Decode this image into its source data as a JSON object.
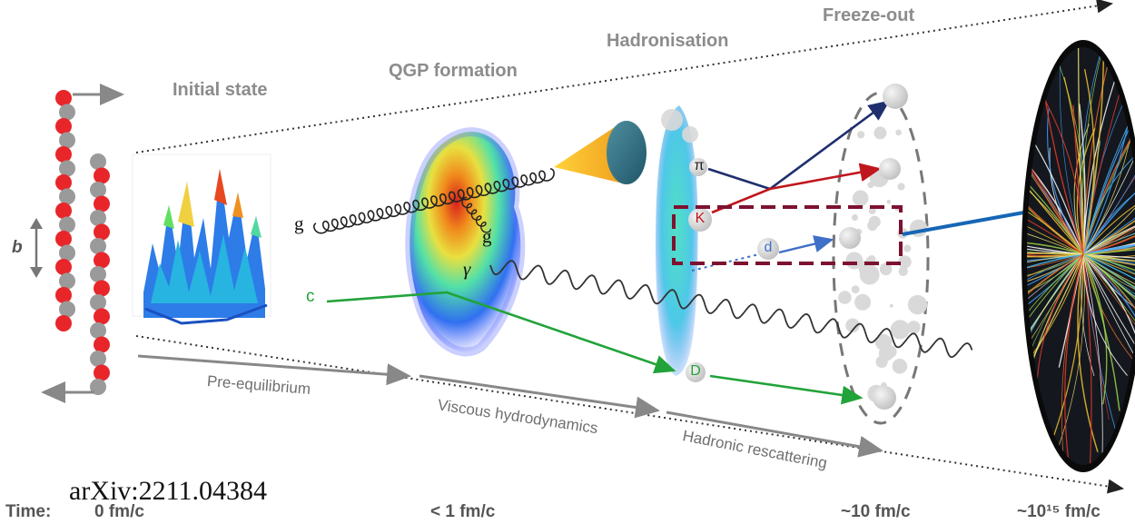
{
  "stages": {
    "initial_state": "Initial state",
    "qgp_formation": "QGP formation",
    "hadronisation": "Hadronisation",
    "freeze_out": "Freeze-out"
  },
  "phases": {
    "pre_equilibrium": "Pre-equilibrium",
    "viscous_hydrodynamics": "Viscous hydrodynamics",
    "hadronic_rescattering": "Hadronic rescattering"
  },
  "timeline": {
    "label": "Time:",
    "t0": "0 fm/c",
    "t1": "< 1 fm/c",
    "t2": "~10 fm/c",
    "t3": "~10¹⁵ fm/c"
  },
  "reference": "arXiv:2211.04384",
  "particles": {
    "impact_parameter": "b",
    "gluon_in": "g",
    "gluon_out": "g",
    "photon": "γ",
    "charm": "c",
    "pion": "π",
    "kaon": "K",
    "deuteron": "d",
    "d_meson": "D"
  },
  "colors": {
    "nucleon_red": "#e8262a",
    "nucleon_grey": "#9a9a9a",
    "charm_green": "#22a33a",
    "pion_navy": "#1f2f6e",
    "kaon_red": "#c0161d",
    "deuteron_blue": "#3f6fc8",
    "highlight_box": "#7d1230",
    "zoom_line": "#1666b5",
    "label_grey": "#8c8c8c"
  }
}
